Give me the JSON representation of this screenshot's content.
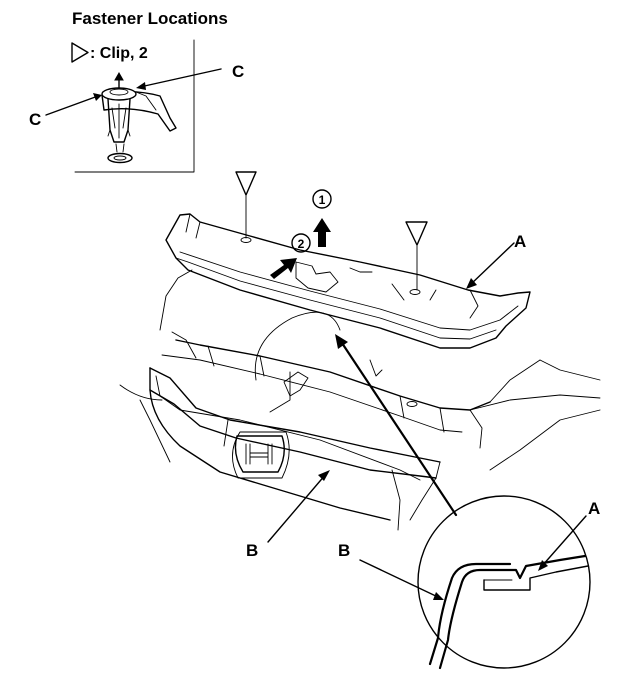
{
  "title": "Fastener Locations",
  "legend": {
    "symbol_icon": "open-triangle-icon",
    "text": ": Clip, 2"
  },
  "inset_labels": {
    "c_right": "C",
    "c_left": "C"
  },
  "step_markers": {
    "step1": "1",
    "step2": "2"
  },
  "callouts": {
    "a_main": "A",
    "b_main": "B",
    "b_detail": "B",
    "a_detail": "A"
  },
  "colors": {
    "ink": "#000000",
    "paper": "#ffffff"
  }
}
